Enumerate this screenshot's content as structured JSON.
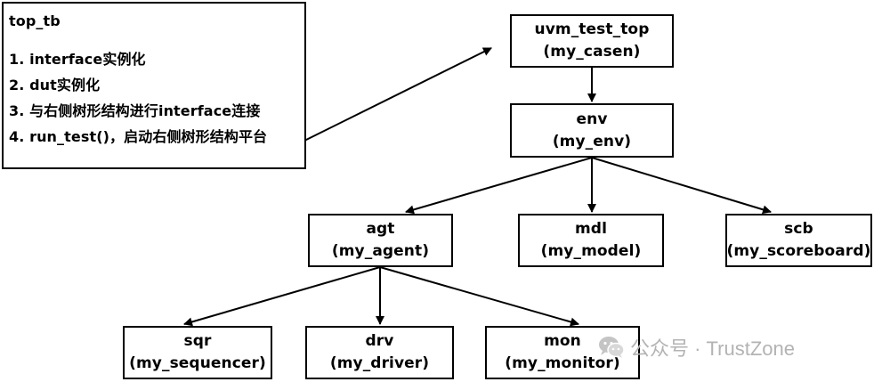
{
  "top_tb": {
    "title": "top_tb",
    "items": [
      "1. interface实例化",
      "2. dut实例化",
      "3. 与右侧树形结构进行interface连接",
      "4. run_test()，启动右侧树形结构平台"
    ]
  },
  "nodes": {
    "uvm_test_top": {
      "name": "uvm_test_top",
      "type": "(my_casen)"
    },
    "env": {
      "name": "env",
      "type": "(my_env)"
    },
    "agt": {
      "name": "agt",
      "type": "(my_agent)"
    },
    "mdl": {
      "name": "mdl",
      "type": "(my_model)"
    },
    "scb": {
      "name": "scb",
      "type": "(my_scoreboard)"
    },
    "sqr": {
      "name": "sqr",
      "type": "(my_sequencer)"
    },
    "drv": {
      "name": "drv",
      "type": "(my_driver)"
    },
    "mon": {
      "name": "mon",
      "type": "(my_monitor)"
    }
  },
  "edges": [
    [
      "top_tb",
      "uvm_test_top"
    ],
    [
      "uvm_test_top",
      "env"
    ],
    [
      "env",
      "agt"
    ],
    [
      "env",
      "mdl"
    ],
    [
      "env",
      "scb"
    ],
    [
      "agt",
      "sqr"
    ],
    [
      "agt",
      "drv"
    ],
    [
      "agt",
      "mon"
    ]
  ],
  "watermark": {
    "text": "公众号 · TrustZone",
    "icon": "wechat-icon",
    "color": "#b3b3b3"
  }
}
